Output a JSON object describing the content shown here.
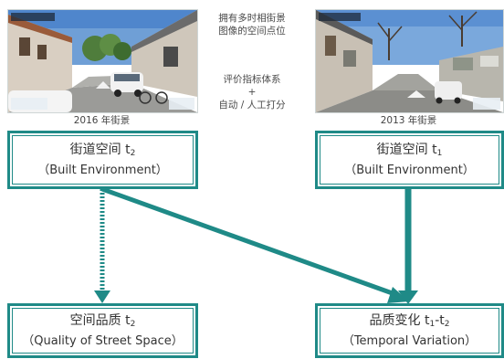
{
  "photo_left": {
    "caption": "2016 年街景"
  },
  "photo_right": {
    "caption": "2013 年街景"
  },
  "middle": {
    "line1": "拥有多时相街景",
    "line2": "图像的空间点位",
    "line3": "评价指标体系",
    "line4": "+",
    "line5": "自动 / 人工打分"
  },
  "boxes": {
    "street_t2": {
      "title": "街道空间 t",
      "sub_index": "2",
      "subtitle": "（Built Environment）"
    },
    "street_t1": {
      "title": "街道空间 t",
      "sub_index": "1",
      "subtitle": "（Built Environment）"
    },
    "quality_t2": {
      "title": "空间品质 t",
      "sub_index": "2",
      "subtitle": "（Quality of Street Space）"
    },
    "variation": {
      "title_a": "品质变化 t",
      "sub_a": "1",
      "title_b": "-t",
      "sub_b": "2",
      "subtitle": "（Temporal Variation）"
    }
  },
  "colors": {
    "teal": "#1f8a87"
  }
}
